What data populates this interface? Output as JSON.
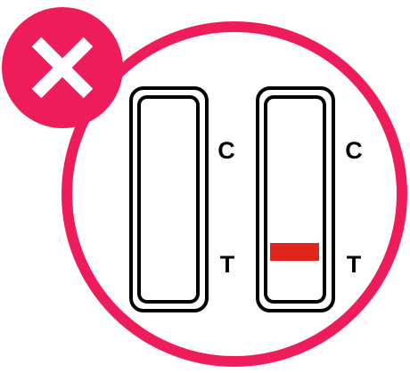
{
  "colors": {
    "accent": "#ee1c5a",
    "line": "#e0251b",
    "outline": "#000000",
    "background": "#ffffff",
    "icon": "#ffffff"
  },
  "badge": {
    "icon": "x-cross-icon"
  },
  "strips": [
    {
      "control_label": "C",
      "test_label": "T",
      "control_line_visible": false,
      "test_line_visible": false
    },
    {
      "control_label": "C",
      "test_label": "T",
      "control_line_visible": false,
      "test_line_visible": true
    }
  ]
}
